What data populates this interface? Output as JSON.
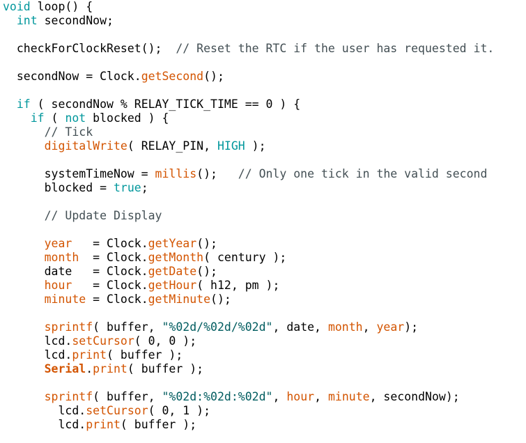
{
  "editor": {
    "language": "arduino",
    "colors": {
      "background": "#ffffff",
      "text": "#000000",
      "keyword": "#00979c",
      "function": "#d35400",
      "string": "#005c5f",
      "comment": "#434f54"
    },
    "lines": [
      [
        [
          "kw",
          "void"
        ],
        [
          "txt",
          " loop() {"
        ]
      ],
      [
        [
          "txt",
          "  "
        ],
        [
          "kw",
          "int"
        ],
        [
          "txt",
          " secondNow;"
        ]
      ],
      [],
      [
        [
          "txt",
          "  checkForClockReset();  "
        ],
        [
          "cm",
          "// Reset the RTC if the user has requested it."
        ]
      ],
      [],
      [
        [
          "txt",
          "  secondNow = Clock."
        ],
        [
          "fn",
          "getSecond"
        ],
        [
          "txt",
          "();"
        ]
      ],
      [],
      [
        [
          "txt",
          "  "
        ],
        [
          "kw",
          "if"
        ],
        [
          "txt",
          " ( secondNow % RELAY_TICK_TIME == 0 ) {"
        ]
      ],
      [
        [
          "txt",
          "    "
        ],
        [
          "kw",
          "if"
        ],
        [
          "txt",
          " ( "
        ],
        [
          "kw",
          "not"
        ],
        [
          "txt",
          " blocked ) {"
        ]
      ],
      [
        [
          "txt",
          "      "
        ],
        [
          "cm",
          "// Tick"
        ]
      ],
      [
        [
          "txt",
          "      "
        ],
        [
          "fn",
          "digitalWrite"
        ],
        [
          "txt",
          "( RELAY_PIN, "
        ],
        [
          "const",
          "HIGH"
        ],
        [
          "txt",
          " );"
        ]
      ],
      [],
      [
        [
          "txt",
          "      systemTimeNow = "
        ],
        [
          "fn",
          "millis"
        ],
        [
          "txt",
          "();   "
        ],
        [
          "cm",
          "// Only one tick in the valid second"
        ]
      ],
      [
        [
          "txt",
          "      blocked = "
        ],
        [
          "const",
          "true"
        ],
        [
          "txt",
          ";"
        ]
      ],
      [],
      [
        [
          "txt",
          "      "
        ],
        [
          "cm",
          "// Update Display"
        ]
      ],
      [],
      [
        [
          "txt",
          "      "
        ],
        [
          "fn",
          "year"
        ],
        [
          "txt",
          "   = Clock."
        ],
        [
          "fn",
          "getYear"
        ],
        [
          "txt",
          "();"
        ]
      ],
      [
        [
          "txt",
          "      "
        ],
        [
          "fn",
          "month"
        ],
        [
          "txt",
          "  = Clock."
        ],
        [
          "fn",
          "getMonth"
        ],
        [
          "txt",
          "( century );"
        ]
      ],
      [
        [
          "txt",
          "      date   = Clock."
        ],
        [
          "fn",
          "getDate"
        ],
        [
          "txt",
          "();"
        ]
      ],
      [
        [
          "txt",
          "      "
        ],
        [
          "fn",
          "hour"
        ],
        [
          "txt",
          "   = Clock."
        ],
        [
          "fn",
          "getHour"
        ],
        [
          "txt",
          "( h12, pm );"
        ]
      ],
      [
        [
          "txt",
          "      "
        ],
        [
          "fn",
          "minute"
        ],
        [
          "txt",
          " = Clock."
        ],
        [
          "fn",
          "getMinute"
        ],
        [
          "txt",
          "();"
        ]
      ],
      [],
      [
        [
          "txt",
          "      "
        ],
        [
          "fn",
          "sprintf"
        ],
        [
          "txt",
          "( buffer, "
        ],
        [
          "str",
          "\"%02d/%02d/%02d\""
        ],
        [
          "txt",
          ", date, "
        ],
        [
          "fn",
          "month"
        ],
        [
          "txt",
          ", "
        ],
        [
          "fn",
          "year"
        ],
        [
          "txt",
          ");"
        ]
      ],
      [
        [
          "txt",
          "      lcd."
        ],
        [
          "fn",
          "setCursor"
        ],
        [
          "txt",
          "( 0, 0 );"
        ]
      ],
      [
        [
          "txt",
          "      lcd."
        ],
        [
          "fn",
          "print"
        ],
        [
          "txt",
          "( buffer );"
        ]
      ],
      [
        [
          "txt",
          "      "
        ],
        [
          "cls",
          "Serial"
        ],
        [
          "txt",
          "."
        ],
        [
          "fn",
          "print"
        ],
        [
          "txt",
          "( buffer );"
        ]
      ],
      [],
      [
        [
          "txt",
          "      "
        ],
        [
          "fn",
          "sprintf"
        ],
        [
          "txt",
          "( buffer, "
        ],
        [
          "str",
          "\"%02d:%02d:%02d\""
        ],
        [
          "txt",
          ", "
        ],
        [
          "fn",
          "hour"
        ],
        [
          "txt",
          ", "
        ],
        [
          "fn",
          "minute"
        ],
        [
          "txt",
          ", secondNow);"
        ]
      ],
      [
        [
          "txt",
          "        lcd."
        ],
        [
          "fn",
          "setCursor"
        ],
        [
          "txt",
          "( 0, 1 );"
        ]
      ],
      [
        [
          "txt",
          "        lcd."
        ],
        [
          "fn",
          "print"
        ],
        [
          "txt",
          "( buffer );"
        ]
      ]
    ]
  }
}
